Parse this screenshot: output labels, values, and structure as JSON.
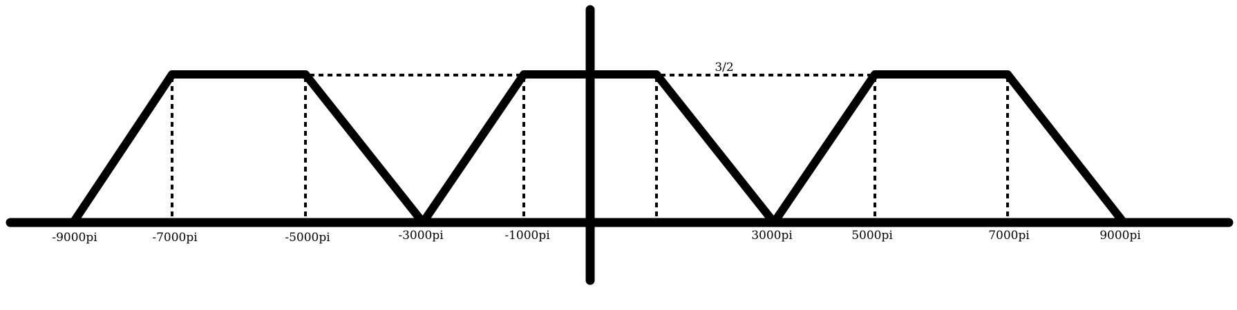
{
  "colors": {
    "stroke": "#000000",
    "background": "#ffffff"
  },
  "diagram": {
    "annotation": "3/2",
    "height_value": 1.5,
    "tick_labels": [
      "-9000pi",
      "-7000pi",
      "-5000pi",
      "-3000pi",
      "-1000pi",
      "3000pi",
      "5000pi",
      "7000pi",
      "9000pi"
    ],
    "trapezoids": [
      {
        "start": -9000,
        "top_start": -7000,
        "top_end": -5000,
        "end": -3000
      },
      {
        "start": -3000,
        "top_start": -1000,
        "top_end": 1000,
        "end": 3000
      },
      {
        "start": 3000,
        "top_start": 5000,
        "top_end": 7000,
        "end": 9000
      }
    ],
    "dashed_verticals": [
      -7000,
      -5000,
      -1000,
      1000,
      5000,
      7000
    ]
  }
}
